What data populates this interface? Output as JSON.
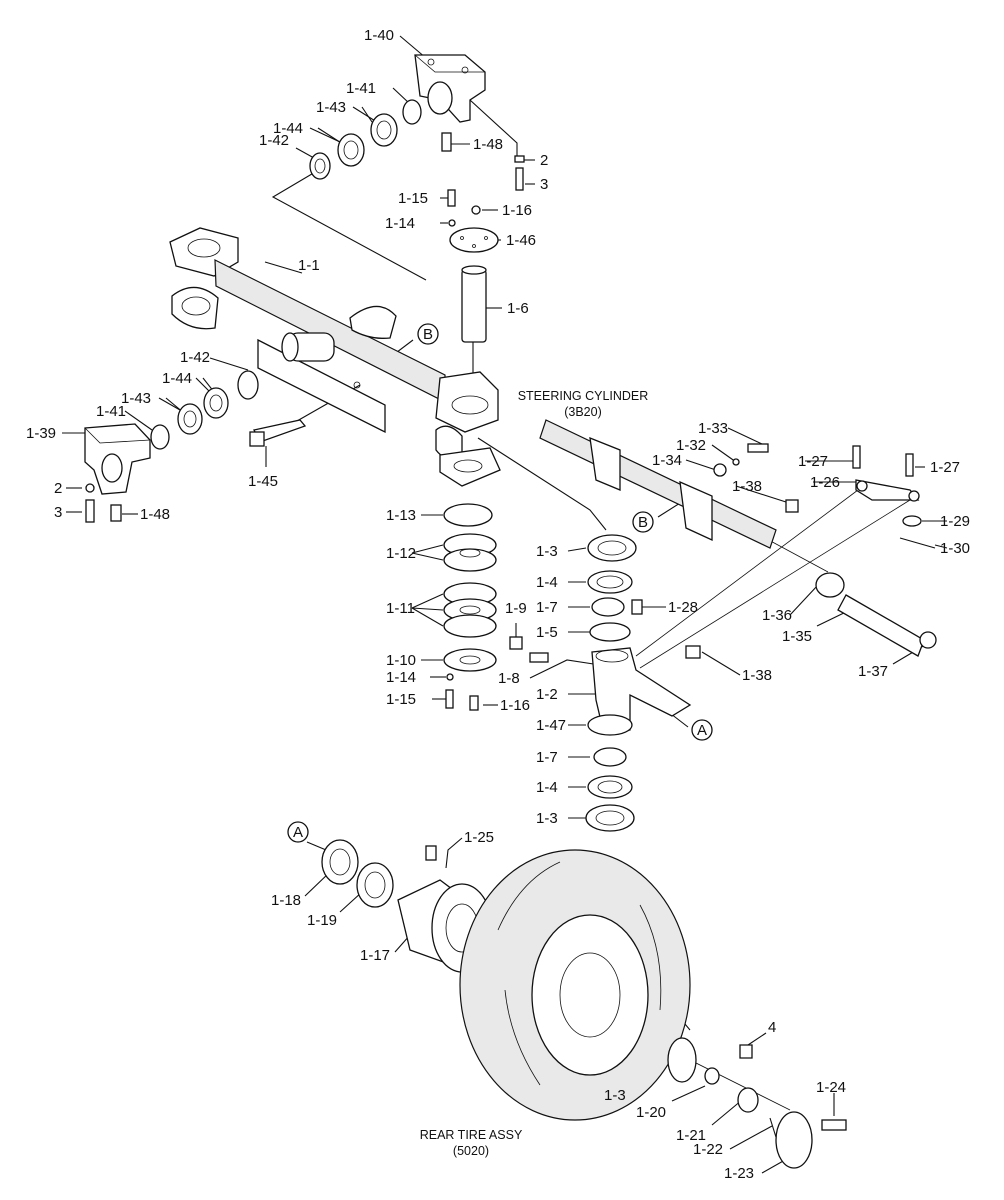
{
  "diagram": {
    "captions": {
      "steering_cylinder_title": "STEERING CYLINDER",
      "steering_cylinder_code": "(3B20)",
      "rear_tire_title": "REAR TIRE ASSY",
      "rear_tire_code": "(5020)"
    },
    "callouts": {
      "a_top": "A",
      "a_bottom": "A",
      "b_top": "B",
      "b_bottom": "B"
    },
    "labels": [
      "1-40",
      "1-41",
      "1-43",
      "1-44",
      "1-42",
      "1-48",
      "2",
      "3",
      "1-15",
      "1-16",
      "1-14",
      "1-46",
      "1-1",
      "1-6",
      "1-42",
      "1-44",
      "1-43",
      "1-41",
      "1-39",
      "2",
      "3",
      "1-48",
      "1-45",
      "1-13",
      "1-12",
      "1-11",
      "1-10",
      "1-14",
      "1-15",
      "1-16",
      "1-3",
      "1-4",
      "1-7",
      "1-5",
      "1-9",
      "1-28",
      "1-8",
      "1-2",
      "1-47",
      "1-7",
      "1-4",
      "1-3",
      "1-33",
      "1-32",
      "1-34",
      "1-38",
      "1-27",
      "1-27",
      "1-26",
      "1-29",
      "1-30",
      "1-36",
      "1-35",
      "1-37",
      "1-38",
      "1-25",
      "1-18",
      "1-19",
      "1-17",
      "4",
      "1-24",
      "1-3",
      "1-20",
      "1-21",
      "1-22",
      "1-23"
    ]
  }
}
